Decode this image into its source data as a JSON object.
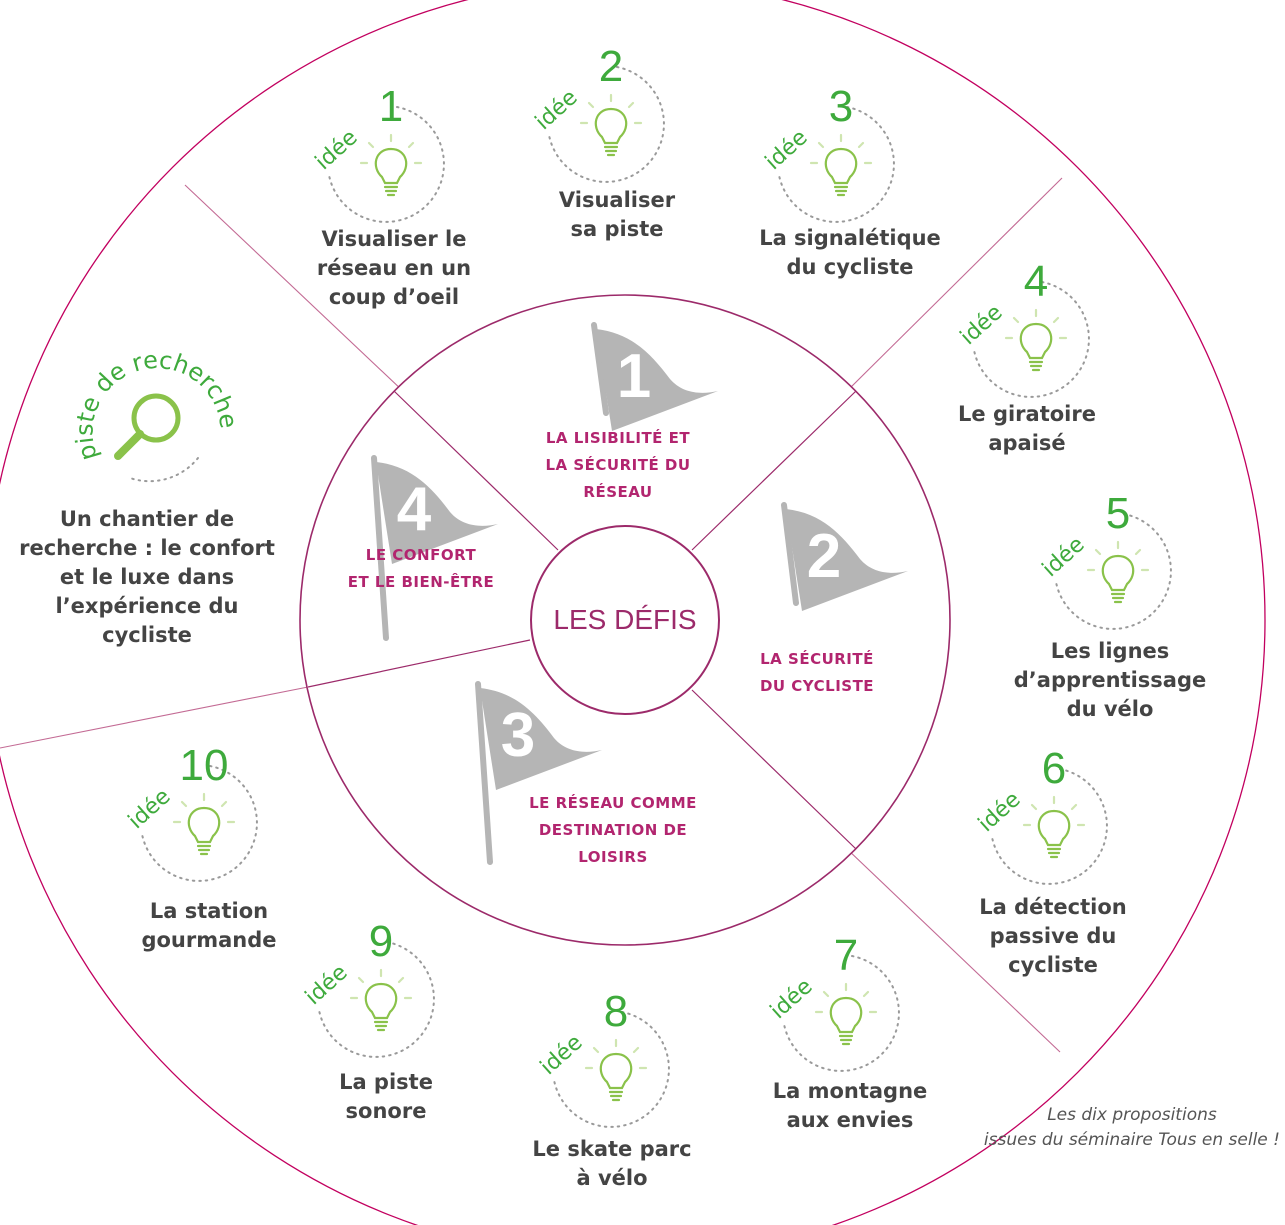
{
  "center_label": "LES DÉFIS",
  "idea_word": "idée",
  "research": {
    "label": "piste de recherche",
    "text": [
      "Un chantier de",
      "recherche : le confort",
      "et le luxe dans",
      "l’expérience du",
      "cycliste"
    ]
  },
  "defis": [
    {
      "number": "1",
      "text": [
        "LA LISIBILITÉ ET",
        "LA SÉCURITÉ DU",
        "RÉSEAU"
      ]
    },
    {
      "number": "2",
      "text": [
        "LA SÉCURITÉ",
        "DU CYCLISTE"
      ]
    },
    {
      "number": "3",
      "text": [
        "LE RÉSEAU COMME",
        "DESTINATION DE",
        "LOISIRS"
      ]
    },
    {
      "number": "4",
      "text": [
        "LE CONFORT",
        "ET LE BIEN-ÊTRE"
      ]
    }
  ],
  "ideas": [
    {
      "number": "1",
      "text": [
        "Visualiser le",
        "réseau en un",
        "coup d’oeil"
      ]
    },
    {
      "number": "2",
      "text": [
        "Visualiser",
        "sa piste"
      ]
    },
    {
      "number": "3",
      "text": [
        "La signalétique",
        "du cycliste"
      ]
    },
    {
      "number": "4",
      "text": [
        "Le giratoire",
        "apaisé"
      ]
    },
    {
      "number": "5",
      "text": [
        "Les lignes",
        "d’apprentissage",
        "du vélo"
      ]
    },
    {
      "number": "6",
      "text": [
        "La détection",
        "passive du",
        "cycliste"
      ]
    },
    {
      "number": "7",
      "text": [
        "La montagne",
        "aux envies"
      ]
    },
    {
      "number": "8",
      "text": [
        "Le skate parc",
        "à vélo"
      ]
    },
    {
      "number": "9",
      "text": [
        "La piste",
        "sonore"
      ]
    },
    {
      "number": "10",
      "text": [
        "La station",
        "gourmande"
      ]
    }
  ],
  "caption": [
    "Les dix propositions",
    "issues du séminaire Tous en selle !"
  ],
  "colors": {
    "green": "#3eaa3c",
    "bulb": "#8ac24a",
    "magenta": "#b2256f",
    "center": "#9c2a6a",
    "flag": "#b5b5b5",
    "ring": "#c2005f",
    "divider": "#c36a94",
    "text": "#444444"
  }
}
